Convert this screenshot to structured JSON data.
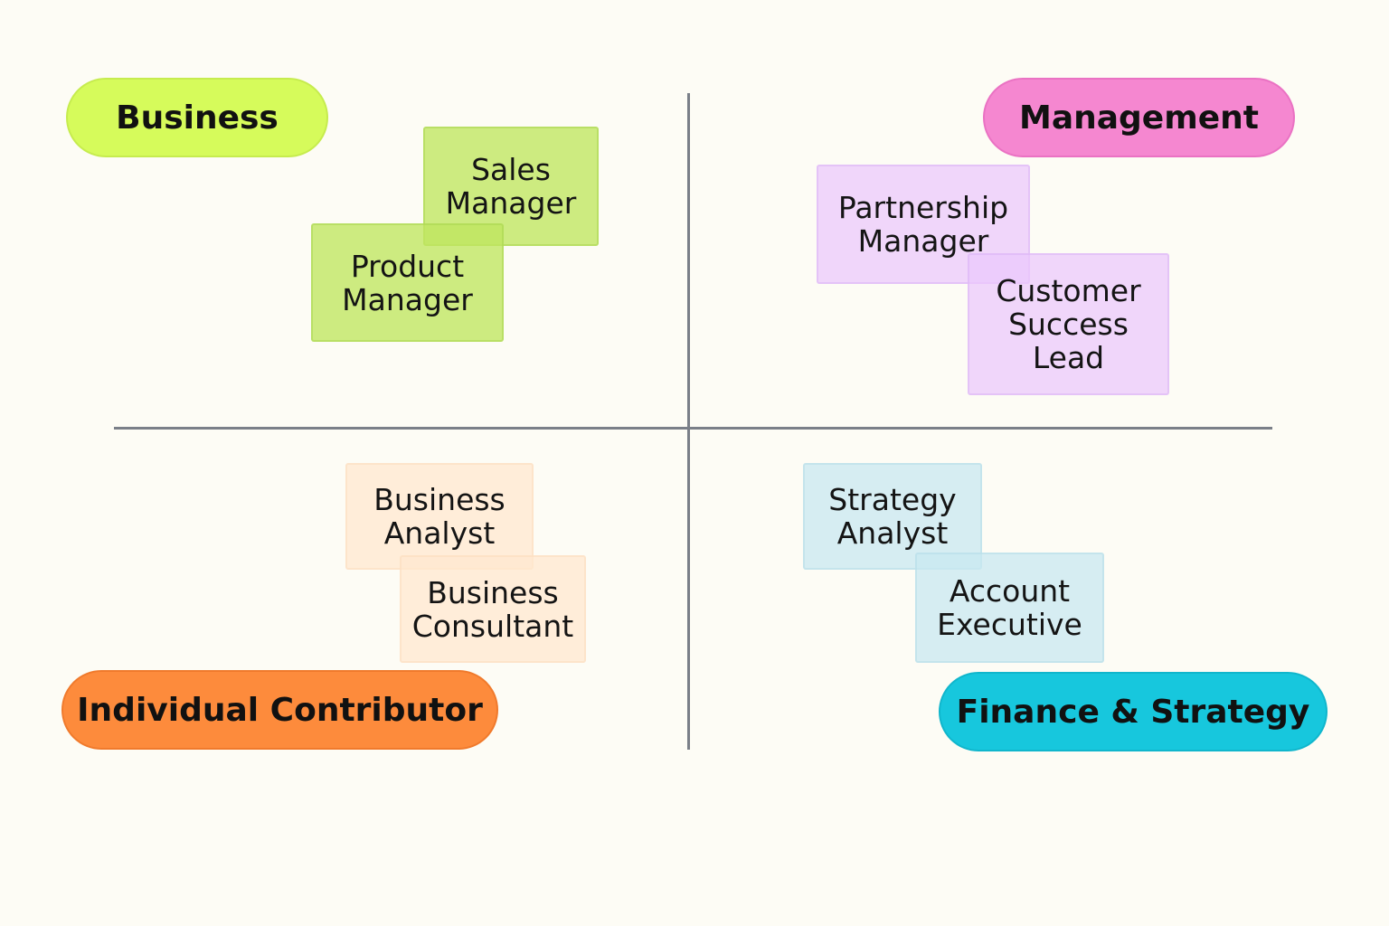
{
  "quadrants": {
    "top_left": {
      "label": "Business",
      "color": "#d6fb5b",
      "cards": [
        {
          "line1": "Sales",
          "line2": "Manager"
        },
        {
          "line1": "Product",
          "line2": "Manager"
        }
      ]
    },
    "top_right": {
      "label": "Management",
      "color": "#f587d0",
      "cards": [
        {
          "line1": "Partnership",
          "line2": "Manager"
        },
        {
          "line1": "Customer",
          "line2": "Success",
          "line3": "Lead"
        }
      ]
    },
    "bottom_left": {
      "label": "Individual Contributor",
      "color": "#fd8b3c",
      "cards": [
        {
          "line1": "Business",
          "line2": "Analyst"
        },
        {
          "line1": "Business",
          "line2": "Consultant"
        }
      ]
    },
    "bottom_right": {
      "label": "Finance & Strategy",
      "color": "#17c7dd",
      "cards": [
        {
          "line1": "Strategy",
          "line2": "Analyst"
        },
        {
          "line1": "Account",
          "line2": "Executive"
        }
      ]
    }
  },
  "card_colors": {
    "business": "#bfe65f",
    "management": "#eac8fc",
    "individual_contributor": "#ffe8ce",
    "finance_strategy": "#c8e8f0"
  },
  "axis_color": "#7a7f88",
  "background_color": "#fdfcf5"
}
